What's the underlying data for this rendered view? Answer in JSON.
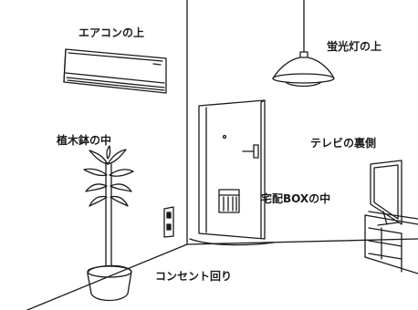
{
  "labels": {
    "aircon": "エアコンの上",
    "lamp": "蛍光灯の上",
    "plant": "植木鉢の中",
    "tv": "テレビの裏側",
    "delivery_box": "宅配BOXの中",
    "outlet": "コンセント回り"
  },
  "colors": {
    "line": "#1a1a1a",
    "background": "#ffffff",
    "text": "#1a1a1a"
  }
}
